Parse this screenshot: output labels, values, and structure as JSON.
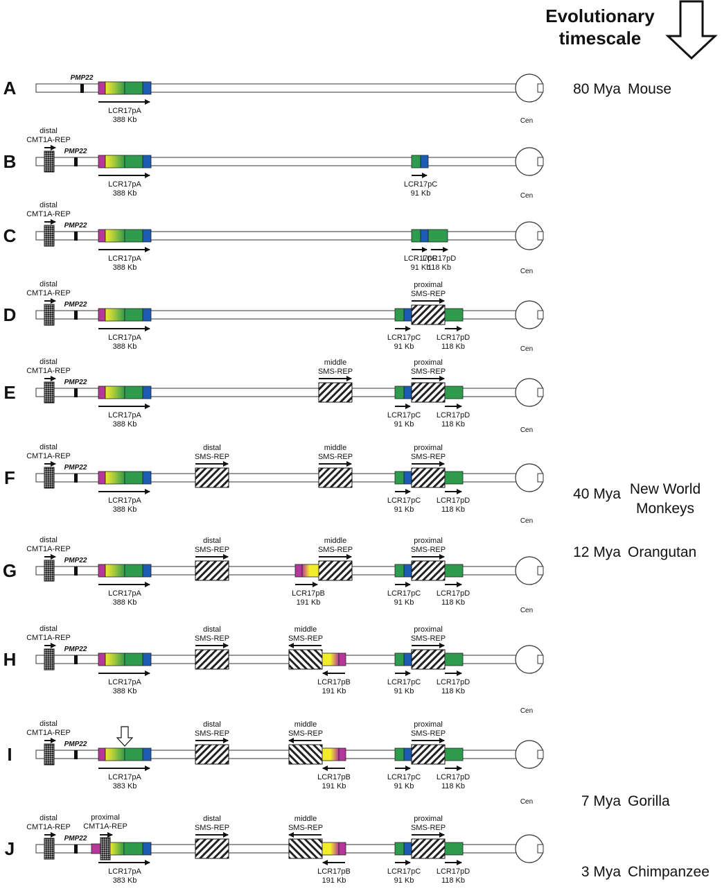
{
  "title": {
    "line1": "Evolutionary",
    "line2": "timescale"
  },
  "labels": {
    "cen": "Cen",
    "pmp22": "PMP22",
    "distal": "distal",
    "proximal": "proximal",
    "middle": "middle",
    "cmt1a_rep": "CMT1A-REP",
    "sms_rep": "SMS-REP",
    "lcr_a": "LCR17pA",
    "lcr_b": "LCR17pB",
    "lcr_c": "LCR17pC",
    "lcr_d": "LCR17pD",
    "kb_388": "388 Kb",
    "kb_383": "383 Kb",
    "kb_191": "191 Kb",
    "kb_91": "91 Kb",
    "kb_118": "118 Kb"
  },
  "timescale": [
    {
      "time": "80 Mya",
      "species": [
        "Mouse"
      ]
    },
    {
      "time": "40 Mya",
      "species": [
        "New World",
        "Monkeys"
      ]
    },
    {
      "time": "12 Mya",
      "species": [
        "Orangutan"
      ]
    },
    {
      "time": "7 Mya",
      "species": [
        "Gorilla"
      ]
    },
    {
      "time": "3 Mya",
      "species": [
        "Chimpanzee"
      ]
    }
  ],
  "rows": [
    "A",
    "B",
    "C",
    "D",
    "E",
    "F",
    "G",
    "H",
    "I",
    "J"
  ],
  "colors": {
    "magenta": "#b5379a",
    "yellow": "#f2ec2a",
    "green": "#2f9b4c",
    "blue": "#1d5bb5",
    "hatch": "#222222"
  }
}
